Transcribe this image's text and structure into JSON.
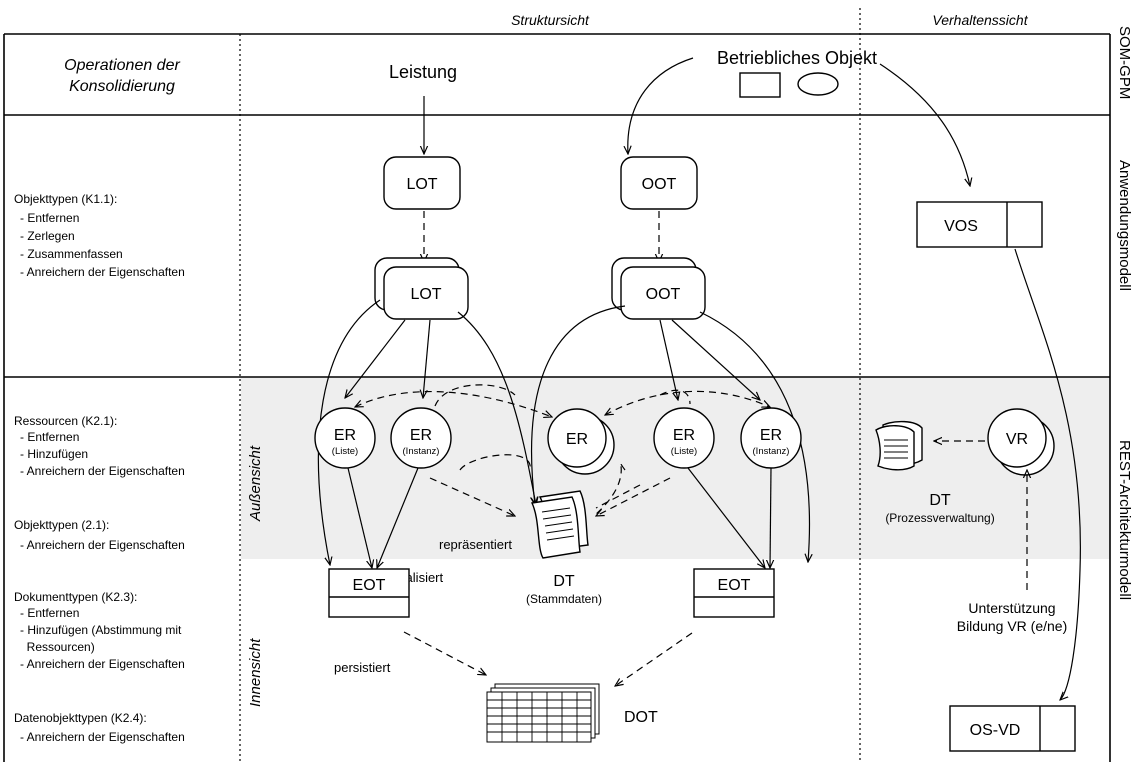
{
  "column_headers": {
    "struktursicht": "Struktursicht",
    "verhaltenssicht": "Verhaltenssicht"
  },
  "left_header": [
    "Operationen der",
    "Konsolidierung"
  ],
  "side_labels": {
    "som_gpm": "SOM-GPM",
    "anwendungsmodell": "Anwendungsmodell",
    "rest_architekturmodell": "REST-Architekturmodell"
  },
  "subview_labels": {
    "aussensicht": "Außensicht",
    "innensicht": "Innensicht"
  },
  "operations": {
    "objekttypen_k11": {
      "title": "Objekttypen (K1.1):",
      "items": [
        "- Entfernen",
        "- Zerlegen",
        "- Zusammenfassen",
        "- Anreichern der Eigenschaften"
      ]
    },
    "ressourcen_k21": {
      "title": "Ressourcen (K2.1):",
      "items": [
        "- Entfernen",
        "- Hinzufügen",
        "- Anreichern der Eigenschaften"
      ]
    },
    "objekttypen_21": {
      "title": "Objekttypen (2.1):",
      "items": [
        "- Anreichern der Eigenschaften"
      ]
    },
    "dokumenttypen_k23": {
      "title": "Dokumenttypen (K2.3):",
      "items": [
        "- Entfernen",
        "- Hinzufügen (Abstimmung mit",
        "  Ressourcen)",
        "- Anreichern der Eigenschaften"
      ]
    },
    "datenobjekttypen_k24": {
      "title": "Datenobjekttypen (K2.4):",
      "items": [
        "- Anreichern der Eigenschaften"
      ]
    }
  },
  "nodes": {
    "leistung": "Leistung",
    "betriebliches_objekt": "Betriebliches Objekt",
    "lot_top": "LOT",
    "oot_top": "OOT",
    "lot_stack": "LOT",
    "oot_stack": "OOT",
    "vos": "VOS",
    "er_liste_left": {
      "main": "ER",
      "sub": "(Liste)"
    },
    "er_instanz_left": {
      "main": "ER",
      "sub": "(Instanz)"
    },
    "er_center": "ER",
    "er_liste_right": {
      "main": "ER",
      "sub": "(Liste)"
    },
    "er_instanz_right": {
      "main": "ER",
      "sub": "(Instanz)"
    },
    "vr": "VR",
    "dt_right": {
      "main": "DT",
      "sub": "(Prozessverwaltung)"
    },
    "dt_center": {
      "main": "DT",
      "sub": "(Stammdaten)"
    },
    "eot_left": "EOT",
    "eot_right": "EOT",
    "dot": "DOT",
    "os_vd": "OS-VD"
  },
  "edge_labels": {
    "repraesentiert": "repräsentiert",
    "realisiert": "realisiert",
    "persistiert": "persistiert",
    "unterstuetzung": [
      "Unterstützung",
      "Bildung VR (e/ne)"
    ]
  },
  "colors": {
    "line": "#000000",
    "rest_band": "#eeeeee",
    "background": "#ffffff"
  }
}
